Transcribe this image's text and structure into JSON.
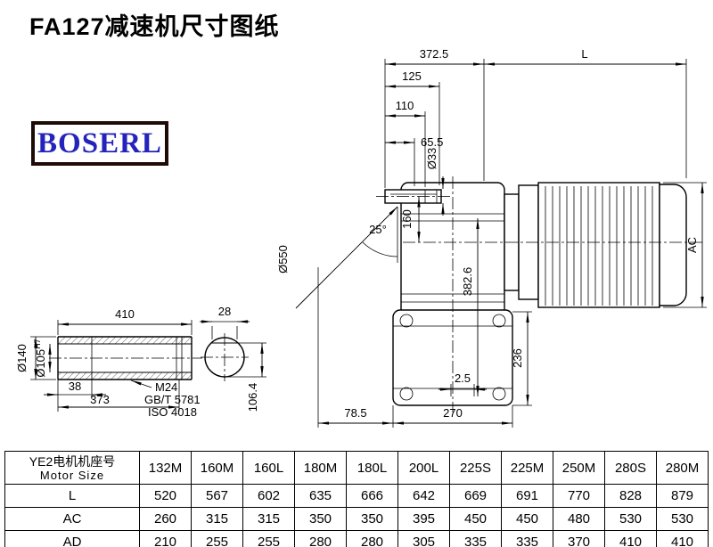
{
  "title": "FA127减速机尺寸图纸",
  "logo": {
    "text": "BOSERL"
  },
  "colors": {
    "logo_text": "#2424bb",
    "logo_border": "#1e0b05",
    "line": "#000000"
  },
  "drawing": {
    "dims": {
      "top_width": "372.5",
      "motor_length": "L",
      "d125": "125",
      "d110": "110",
      "d65_5": "65.5",
      "input_shaft_dia": "Ø33",
      "d160": "160",
      "angle": "25°",
      "housing_dia": "Ø550",
      "d382_6": "382.6",
      "motor_height": "AC",
      "d236": "236",
      "d2_5": "2.5",
      "d78_5": "78.5",
      "d270": "270",
      "shaft_len": "410",
      "key_width": "28",
      "hub_dia": "Ø140",
      "bore_dia": "Ø105",
      "bore_tol": "H7",
      "d38": "38",
      "d373": "373",
      "d106_4": "106.4",
      "thread": "M24",
      "thread_std1": "GB/T 5781",
      "thread_std2": "ISO 4018"
    }
  },
  "table": {
    "header_cn": "YE2电机机座号",
    "header_en": "Motor Size",
    "columns": [
      "132M",
      "160M",
      "160L",
      "180M",
      "180L",
      "200L",
      "225S",
      "225M",
      "250M",
      "280S",
      "280M"
    ],
    "rows": [
      {
        "label": "L",
        "values": [
          520,
          567,
          602,
          635,
          666,
          642,
          669,
          691,
          770,
          828,
          879
        ]
      },
      {
        "label": "AC",
        "values": [
          260,
          315,
          315,
          350,
          350,
          395,
          450,
          450,
          480,
          530,
          530
        ]
      },
      {
        "label": "AD",
        "values": [
          210,
          255,
          255,
          280,
          280,
          305,
          335,
          335,
          370,
          410,
          410
        ]
      }
    ]
  }
}
